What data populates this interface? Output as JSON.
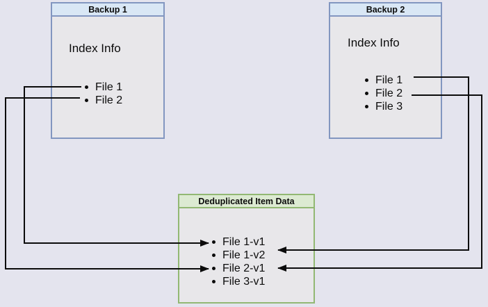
{
  "diagram": {
    "backup1": {
      "title": "Backup 1",
      "subtitle": "Index Info",
      "items": [
        "File 1",
        "File 2"
      ]
    },
    "backup2": {
      "title": "Backup 2",
      "subtitle": "Index Info",
      "items": [
        "File 1",
        "File 2",
        "File 3"
      ]
    },
    "dedup": {
      "title": "Deduplicated Item Data",
      "items": [
        "File 1-v1",
        "File 1-v2",
        "File 2-v1",
        "File 3-v1"
      ]
    },
    "connections": [
      {
        "from": "Backup 1 / File 1",
        "to": "File 1-v1"
      },
      {
        "from": "Backup 1 / File 2",
        "to": "File 2-v1"
      },
      {
        "from": "Backup 2 / File 1",
        "to": "File 1-v2"
      },
      {
        "from": "Backup 2 / File 2",
        "to": "File 2-v1"
      }
    ],
    "colors": {
      "background": "#e4e4ee",
      "box_fill": "#e8e7ea",
      "blue_border": "#8296c0",
      "blue_header_fill": "#d9e7f5",
      "green_border": "#92b873",
      "green_header_fill": "#dcead2",
      "connector": "#0b0b0b"
    }
  }
}
